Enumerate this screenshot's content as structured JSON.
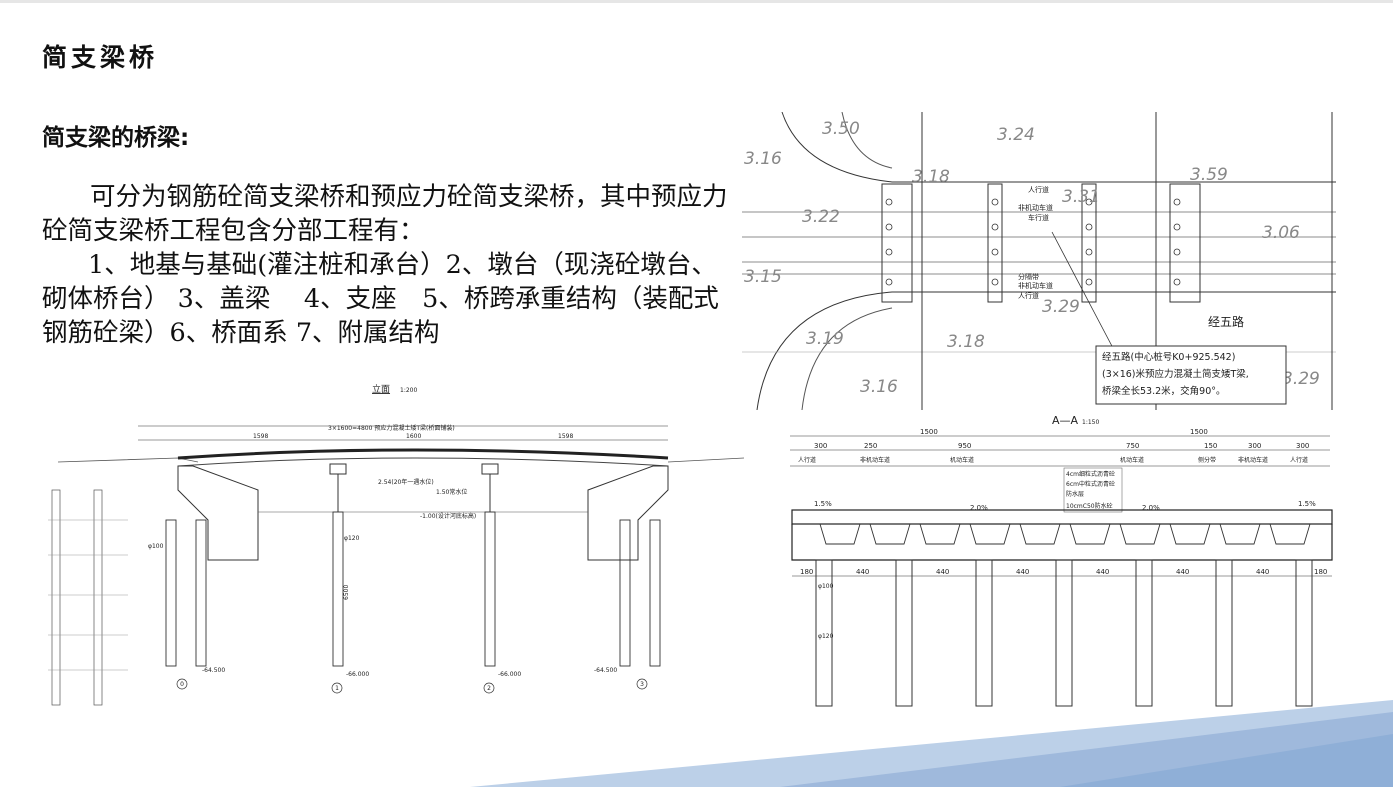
{
  "slide": {
    "title": "简支梁桥",
    "section_title": "简支梁的桥梁:",
    "paragraphs": [
      "可分为钢筋砼简支梁桥和预应力砼简支梁桥，其中预应力砼简支梁桥工程包含分部工程有：",
      "1、地基与基础(灌注桩和承台）2、墩台（现浇砼墩台、砌体桥台） 3、盖梁　 4、支座　5、桥跨承重结构（装配式钢筋砼梁）6、桥面系 7、附属结构"
    ]
  },
  "plan_drawing": {
    "contours": [
      "3.50",
      "3.24",
      "3.59",
      "3.16",
      "3.22",
      "3.18",
      "3.31",
      "3.06",
      "3.15",
      "3.29",
      "3.18",
      "3.16",
      "3.29",
      "3.19"
    ],
    "lane_labels": [
      "人行道",
      "非机动车道",
      "车行道",
      "分隔带",
      "非机动车道",
      "人行道"
    ],
    "road_label": "经五路",
    "note_lines": [
      "经五路(中心桩号K0+925.542)",
      "(3×16)米预应力混凝土简支矮T梁,",
      "桥梁全长53.2米，交角90°。"
    ]
  },
  "elevation_drawing": {
    "title": "立面",
    "scale": "1:200",
    "span_note": "3×1600=4800 预应力混凝土矮T梁(桥面铺装)",
    "spans": [
      "1598",
      "1600",
      "1598"
    ],
    "water_levels": [
      "2.54(20年一遇水位)",
      "1.50常水位",
      "-1.00(设计河底标高)"
    ],
    "pier_labels": [
      "0",
      "1",
      "2",
      "3"
    ],
    "pile_depth": "6500",
    "pile_diameters": [
      "φ100",
      "φ120"
    ],
    "bottom_elevations": [
      "-64.500",
      "-66.000",
      "-66.000",
      "-64.500"
    ]
  },
  "section_drawing": {
    "title": "A—A",
    "scale": "1:150",
    "half_widths": [
      "1500",
      "1500"
    ],
    "lane_widths": [
      "300",
      "250",
      "950",
      "750",
      "150",
      "300",
      "300"
    ],
    "lane_names": [
      "人行道",
      "非机动车道",
      "机动车道",
      "机动车道",
      "侧分带",
      "非机动车道",
      "人行道"
    ],
    "pavement_layers": [
      "4cm细粒式沥青砼",
      "6cm中粒式沥青砼",
      "防水层",
      "10cmC50防水砼"
    ],
    "slopes": [
      "1.5%",
      "2.0%",
      "2.0%",
      "1.5%"
    ],
    "pile_spacing": [
      "180",
      "440",
      "440",
      "440",
      "440",
      "440",
      "440",
      "180"
    ],
    "pile_diameters": [
      "φ100",
      "φ120"
    ]
  }
}
